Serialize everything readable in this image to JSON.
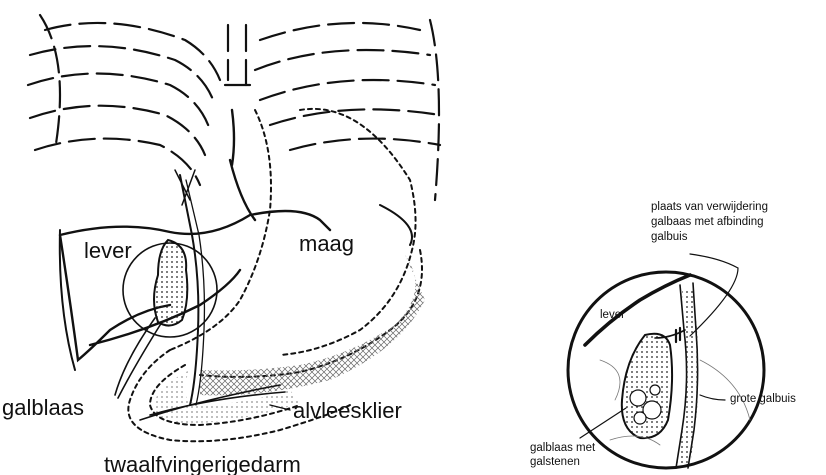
{
  "left_figure": {
    "labels": {
      "lever": "lever",
      "maag": "maag",
      "galblaas": "galblaas",
      "alvleesklier": "alvleesklier",
      "twaalfvingerigedarm": "twaalfvingerigedarm"
    }
  },
  "right_figure": {
    "labels": {
      "plaats_line1": "plaats van verwijdering",
      "plaats_line2": "galbaas met afbinding",
      "plaats_line3": "galbuis",
      "lever": "lever",
      "grote_galbuis": "grote galbuis",
      "galblaas_met": "galblaas met",
      "galstenen": "galstenen"
    }
  },
  "colors": {
    "ink": "#111111",
    "background": "#ffffff"
  }
}
